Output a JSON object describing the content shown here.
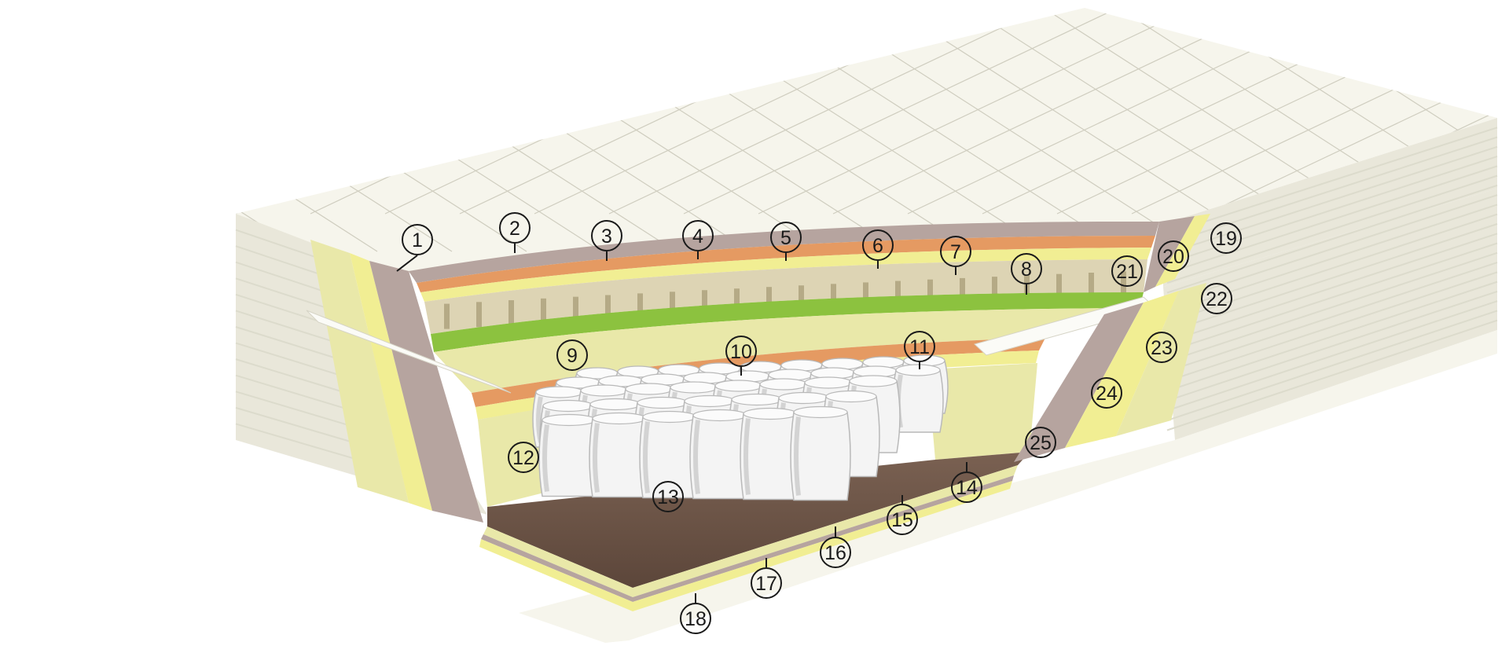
{
  "diagram": {
    "subject": "mattress layer cross-section",
    "colors": {
      "cover": "#f6f5ec",
      "cover_edge": "#e9e7da",
      "quilt_line": "#cfcdbf",
      "side_stripe": "#dcdbcc",
      "brown_layer": "#b6a49f",
      "orange_layer": "#e59a62",
      "yellow_layer": "#f1ee93",
      "pale_yellow": "#e9e8a9",
      "green_layer": "#8cc23f",
      "beige_block": "#ddd4b4",
      "dark_base": "#6a5345",
      "spring_white": "#f4f4f4",
      "spring_shadow": "#b9b9b9",
      "line": "#1a1a1a"
    },
    "callouts": [
      {
        "id": "c1",
        "number": "1"
      },
      {
        "id": "c2",
        "number": "2"
      },
      {
        "id": "c3",
        "number": "3"
      },
      {
        "id": "c4",
        "number": "4"
      },
      {
        "id": "c5",
        "number": "5"
      },
      {
        "id": "c6",
        "number": "6"
      },
      {
        "id": "c7",
        "number": "7"
      },
      {
        "id": "c8",
        "number": "8"
      },
      {
        "id": "c9",
        "number": "9"
      },
      {
        "id": "c10",
        "number": "10"
      },
      {
        "id": "c11",
        "number": "11"
      },
      {
        "id": "c12",
        "number": "12"
      },
      {
        "id": "c13",
        "number": "13"
      },
      {
        "id": "c14",
        "number": "14"
      },
      {
        "id": "c15",
        "number": "15"
      },
      {
        "id": "c16",
        "number": "16"
      },
      {
        "id": "c17",
        "number": "17"
      },
      {
        "id": "c18",
        "number": "18"
      },
      {
        "id": "c19",
        "number": "19"
      },
      {
        "id": "c20",
        "number": "20"
      },
      {
        "id": "c21",
        "number": "21"
      },
      {
        "id": "c22",
        "number": "22"
      },
      {
        "id": "c23",
        "number": "23"
      },
      {
        "id": "c24",
        "number": "24"
      },
      {
        "id": "c25",
        "number": "25"
      }
    ]
  }
}
